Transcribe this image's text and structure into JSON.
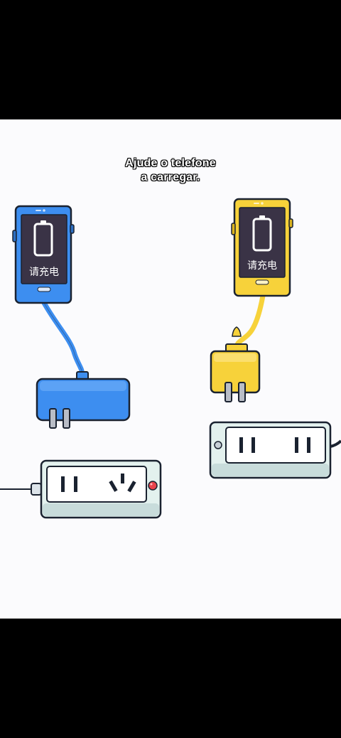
{
  "caption": {
    "line1": "Ajude o telefone",
    "line2": "a carregar."
  },
  "phones": [
    {
      "color": "blue",
      "screen_text": "请充电",
      "icon": "battery-empty-icon"
    },
    {
      "color": "yellow",
      "screen_text": "请充电",
      "icon": "battery-empty-icon"
    }
  ],
  "colors": {
    "blue_phone": "#3d8ef0",
    "yellow_phone": "#f7d23a",
    "phone_screen": "#3a3346",
    "power_strip": "#e3f1ee",
    "indicator_red": "#e8434c"
  }
}
